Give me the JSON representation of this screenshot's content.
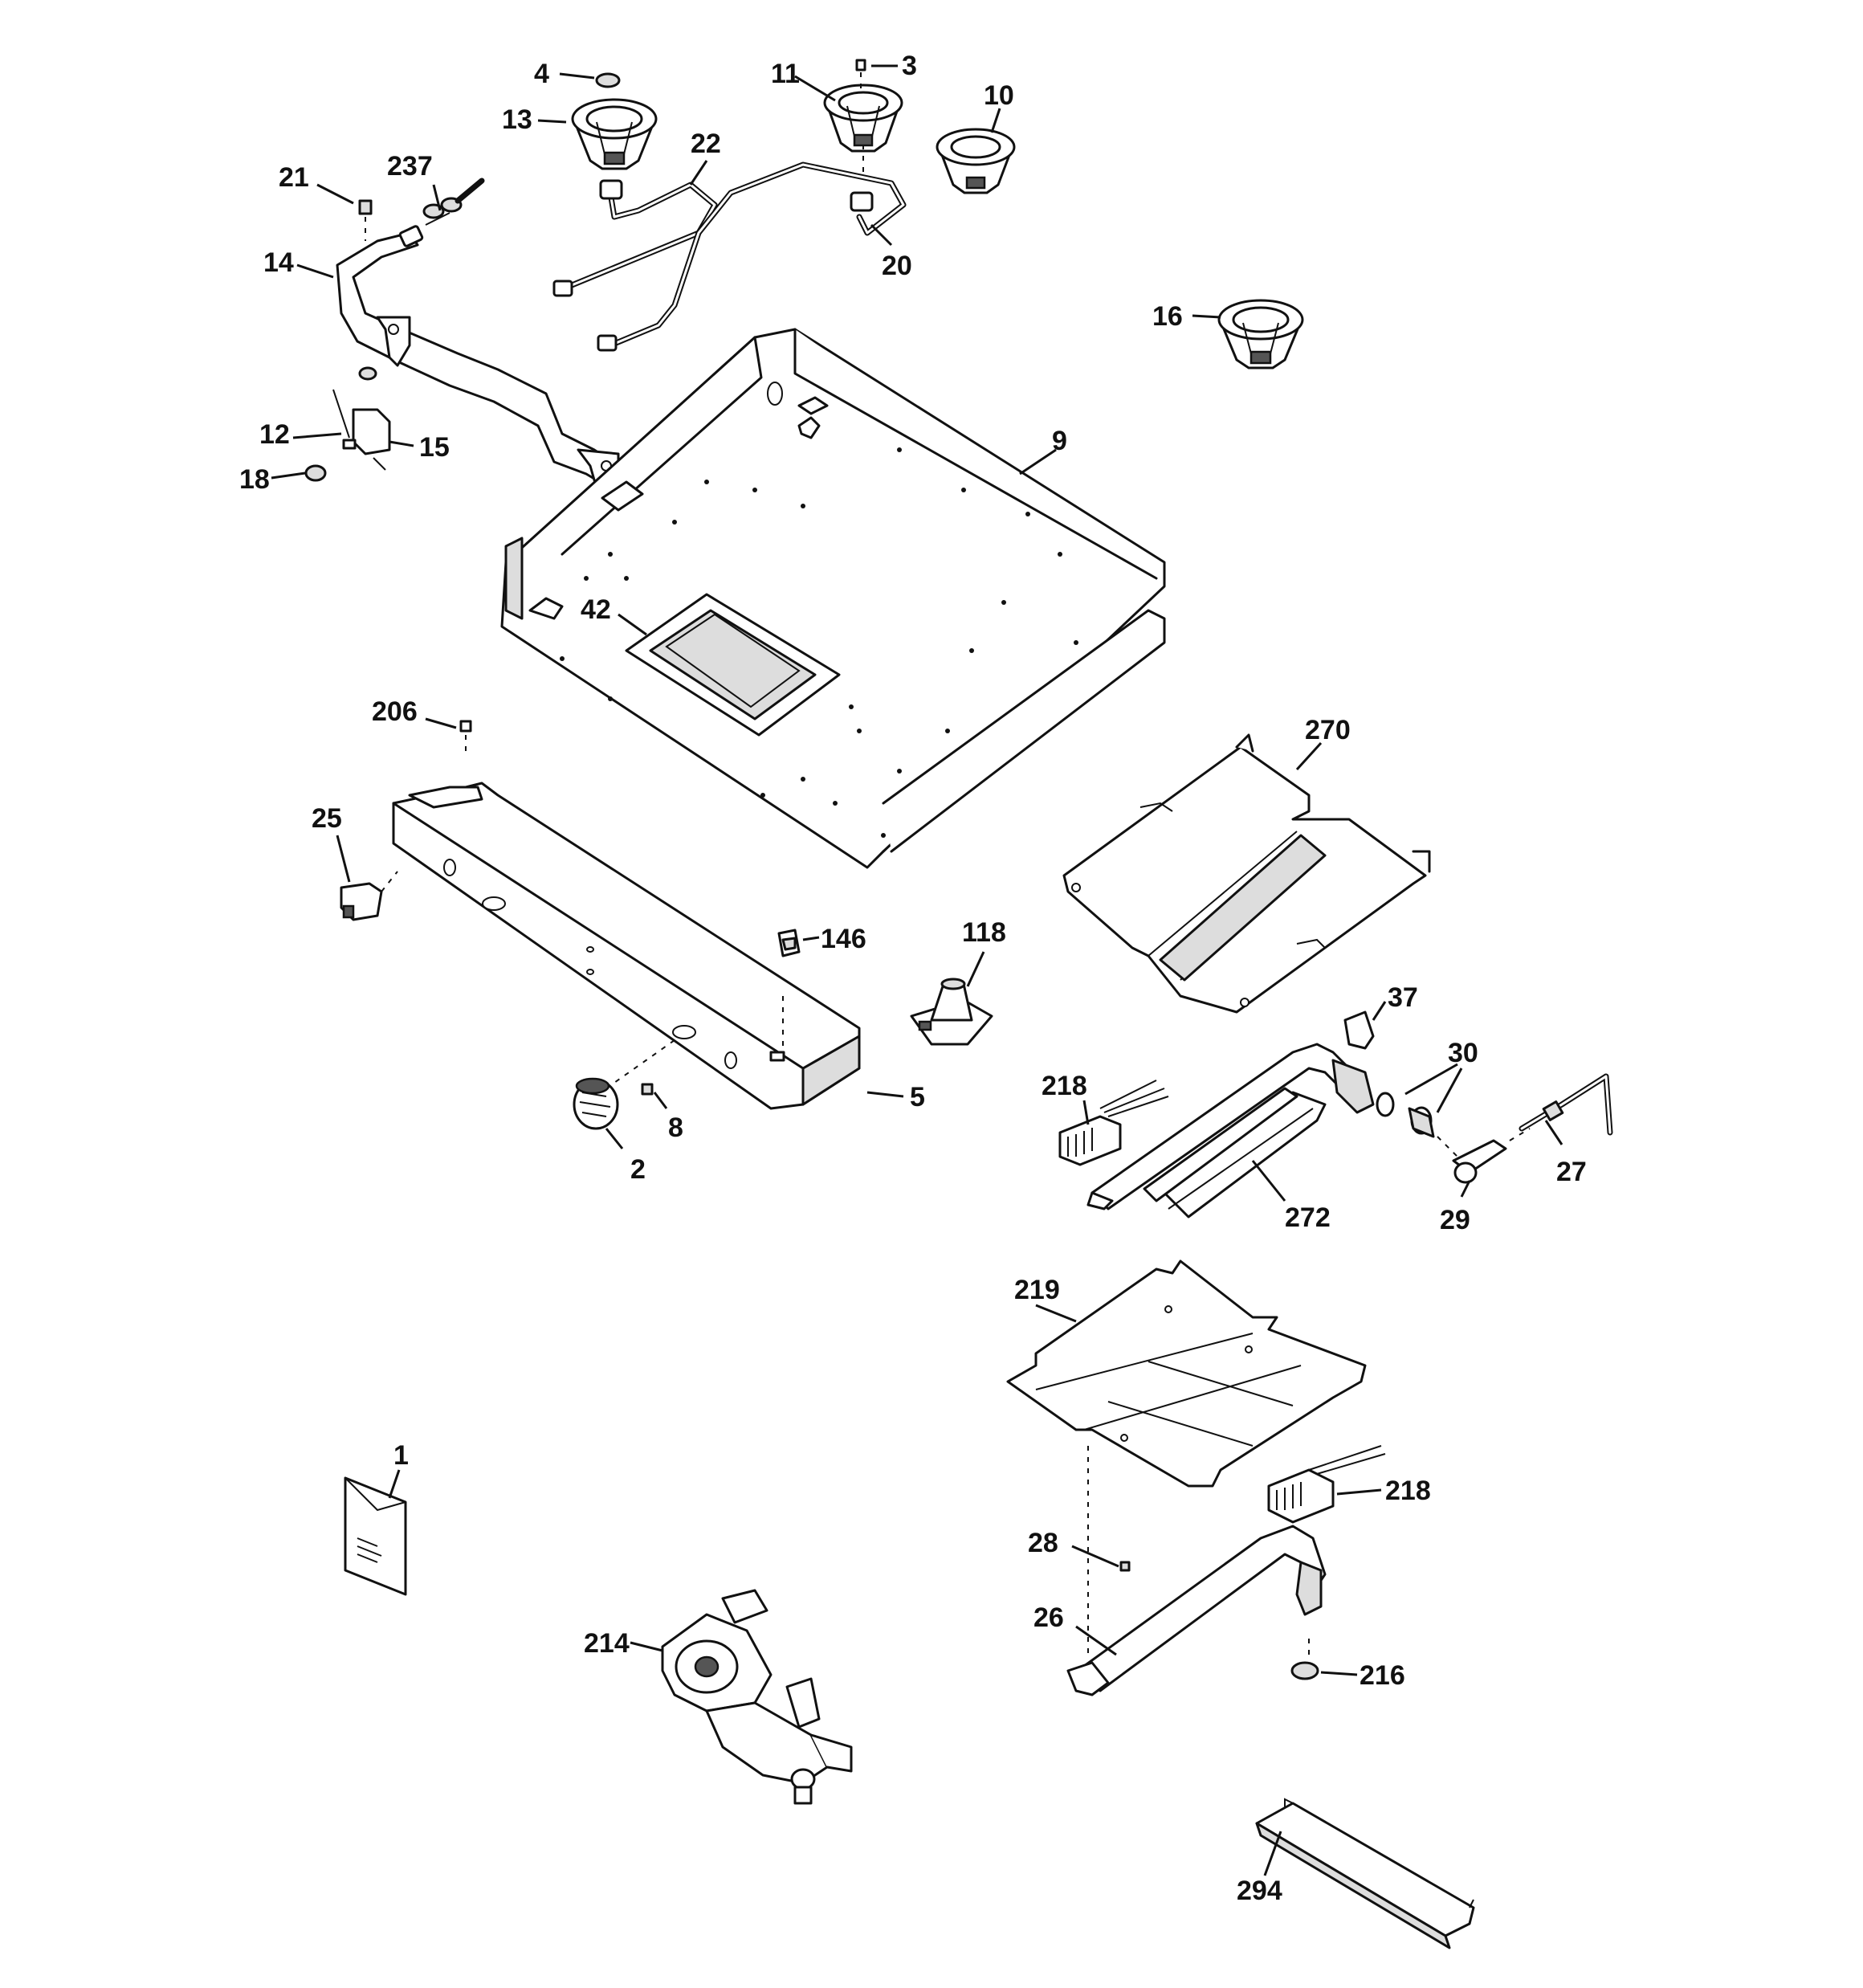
{
  "callouts": {
    "p1": "1",
    "p2": "2",
    "p3": "3",
    "p4": "4",
    "p5": "5",
    "p8": "8",
    "p9": "9",
    "p10": "10",
    "p11": "11",
    "p12": "12",
    "p13": "13",
    "p14": "14",
    "p15": "15",
    "p16": "16",
    "p18": "18",
    "p20": "20",
    "p21": "21",
    "p22": "22",
    "p25": "25",
    "p26": "26",
    "p27": "27",
    "p28": "28",
    "p29": "29",
    "p30": "30",
    "p37": "37",
    "p42": "42",
    "p118": "118",
    "p146": "146",
    "p206": "206",
    "p214": "214",
    "p216": "216",
    "p218a": "218",
    "p218b": "218",
    "p219": "219",
    "p237": "237",
    "p270": "270",
    "p272": "272",
    "p294": "294"
  }
}
